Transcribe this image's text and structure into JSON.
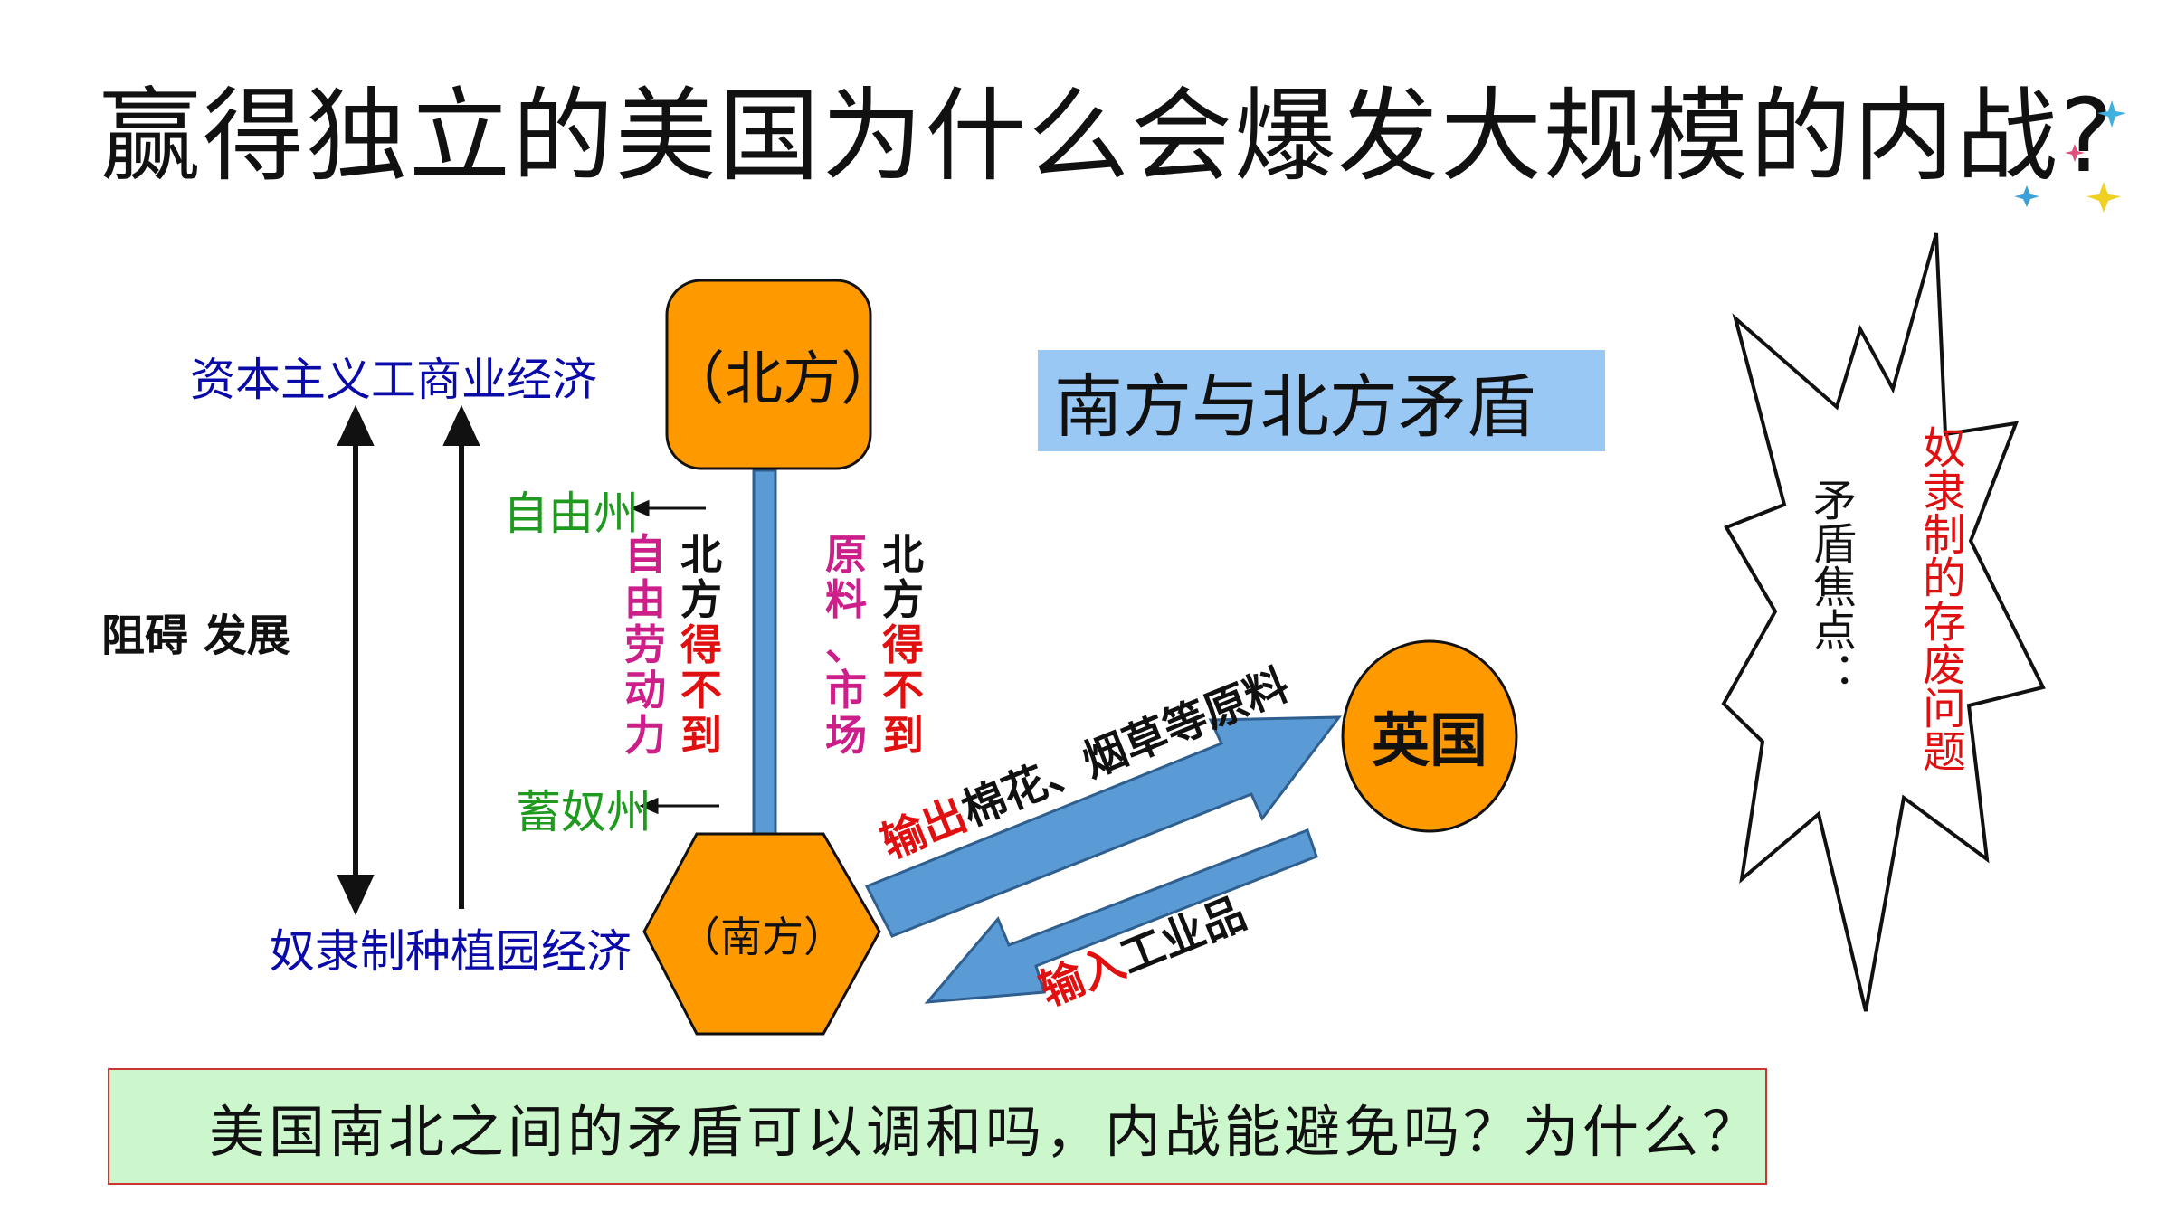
{
  "slide": {
    "title": "赢得独立的美国为什么会爆发大规模的内战?",
    "left_panel": {
      "top_label": "资本主义工商业经济",
      "bottom_label": "奴隶制种植园经济",
      "mid_label": "阻碍 发展"
    },
    "north": {
      "label": "（北方）",
      "free_state": "自由州",
      "slave_state": "蓄奴州",
      "col_a_lines": [
        "自",
        "由",
        "劳",
        "动",
        "力"
      ],
      "col_b_lines": [
        "北",
        "方",
        "得",
        "不",
        "到"
      ],
      "col_c_lines": [
        "原",
        "料",
        "、",
        "市",
        "场"
      ],
      "col_d_lines": [
        "北",
        "方",
        "得",
        "不",
        "到"
      ]
    },
    "south": {
      "label": "（南方）"
    },
    "britain": {
      "label": "英国"
    },
    "conflict_box": {
      "label": "南方与北方矛盾"
    },
    "arrows": {
      "export_prefix": "输出",
      "export_rest": "棉花、烟草等原料",
      "import_prefix": "输入",
      "import_rest": "工业品"
    },
    "burst": {
      "left_text": "矛盾焦点：",
      "right_text": "奴隶制的存废问题"
    },
    "question": "美国南北之间的矛盾可以调和吗，内战能避免吗？为什么？"
  },
  "colors": {
    "orange": "#ff9900",
    "steel_blue": "#5b9bd5",
    "navy": "#0a0aa8",
    "green": "#1f9a1f",
    "magenta": "#cc1f8a",
    "red": "#e01010",
    "light_blue_box": "#9ac8f5",
    "light_green_box": "#ccf7cc"
  }
}
